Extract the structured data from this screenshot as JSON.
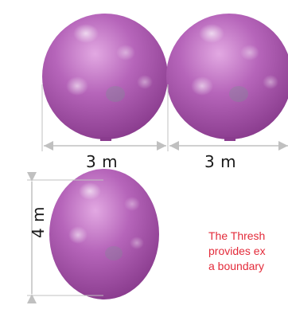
{
  "balloons": [
    {
      "shape": "sphere",
      "width_label": "3 m"
    },
    {
      "shape": "sphere",
      "width_label": "3 m"
    },
    {
      "shape": "ellipsoid",
      "height_label": "4 m"
    }
  ],
  "note": {
    "lines": [
      "The Thresh",
      "provides ex",
      "a boundary"
    ]
  },
  "colors": {
    "balloon_base": "#b060b4",
    "balloon_highlight": "#e2a8e2",
    "balloon_shadow": "#8a3c8e",
    "dimension_line": "#c0c0c0",
    "note_text": "#e32b3a"
  }
}
